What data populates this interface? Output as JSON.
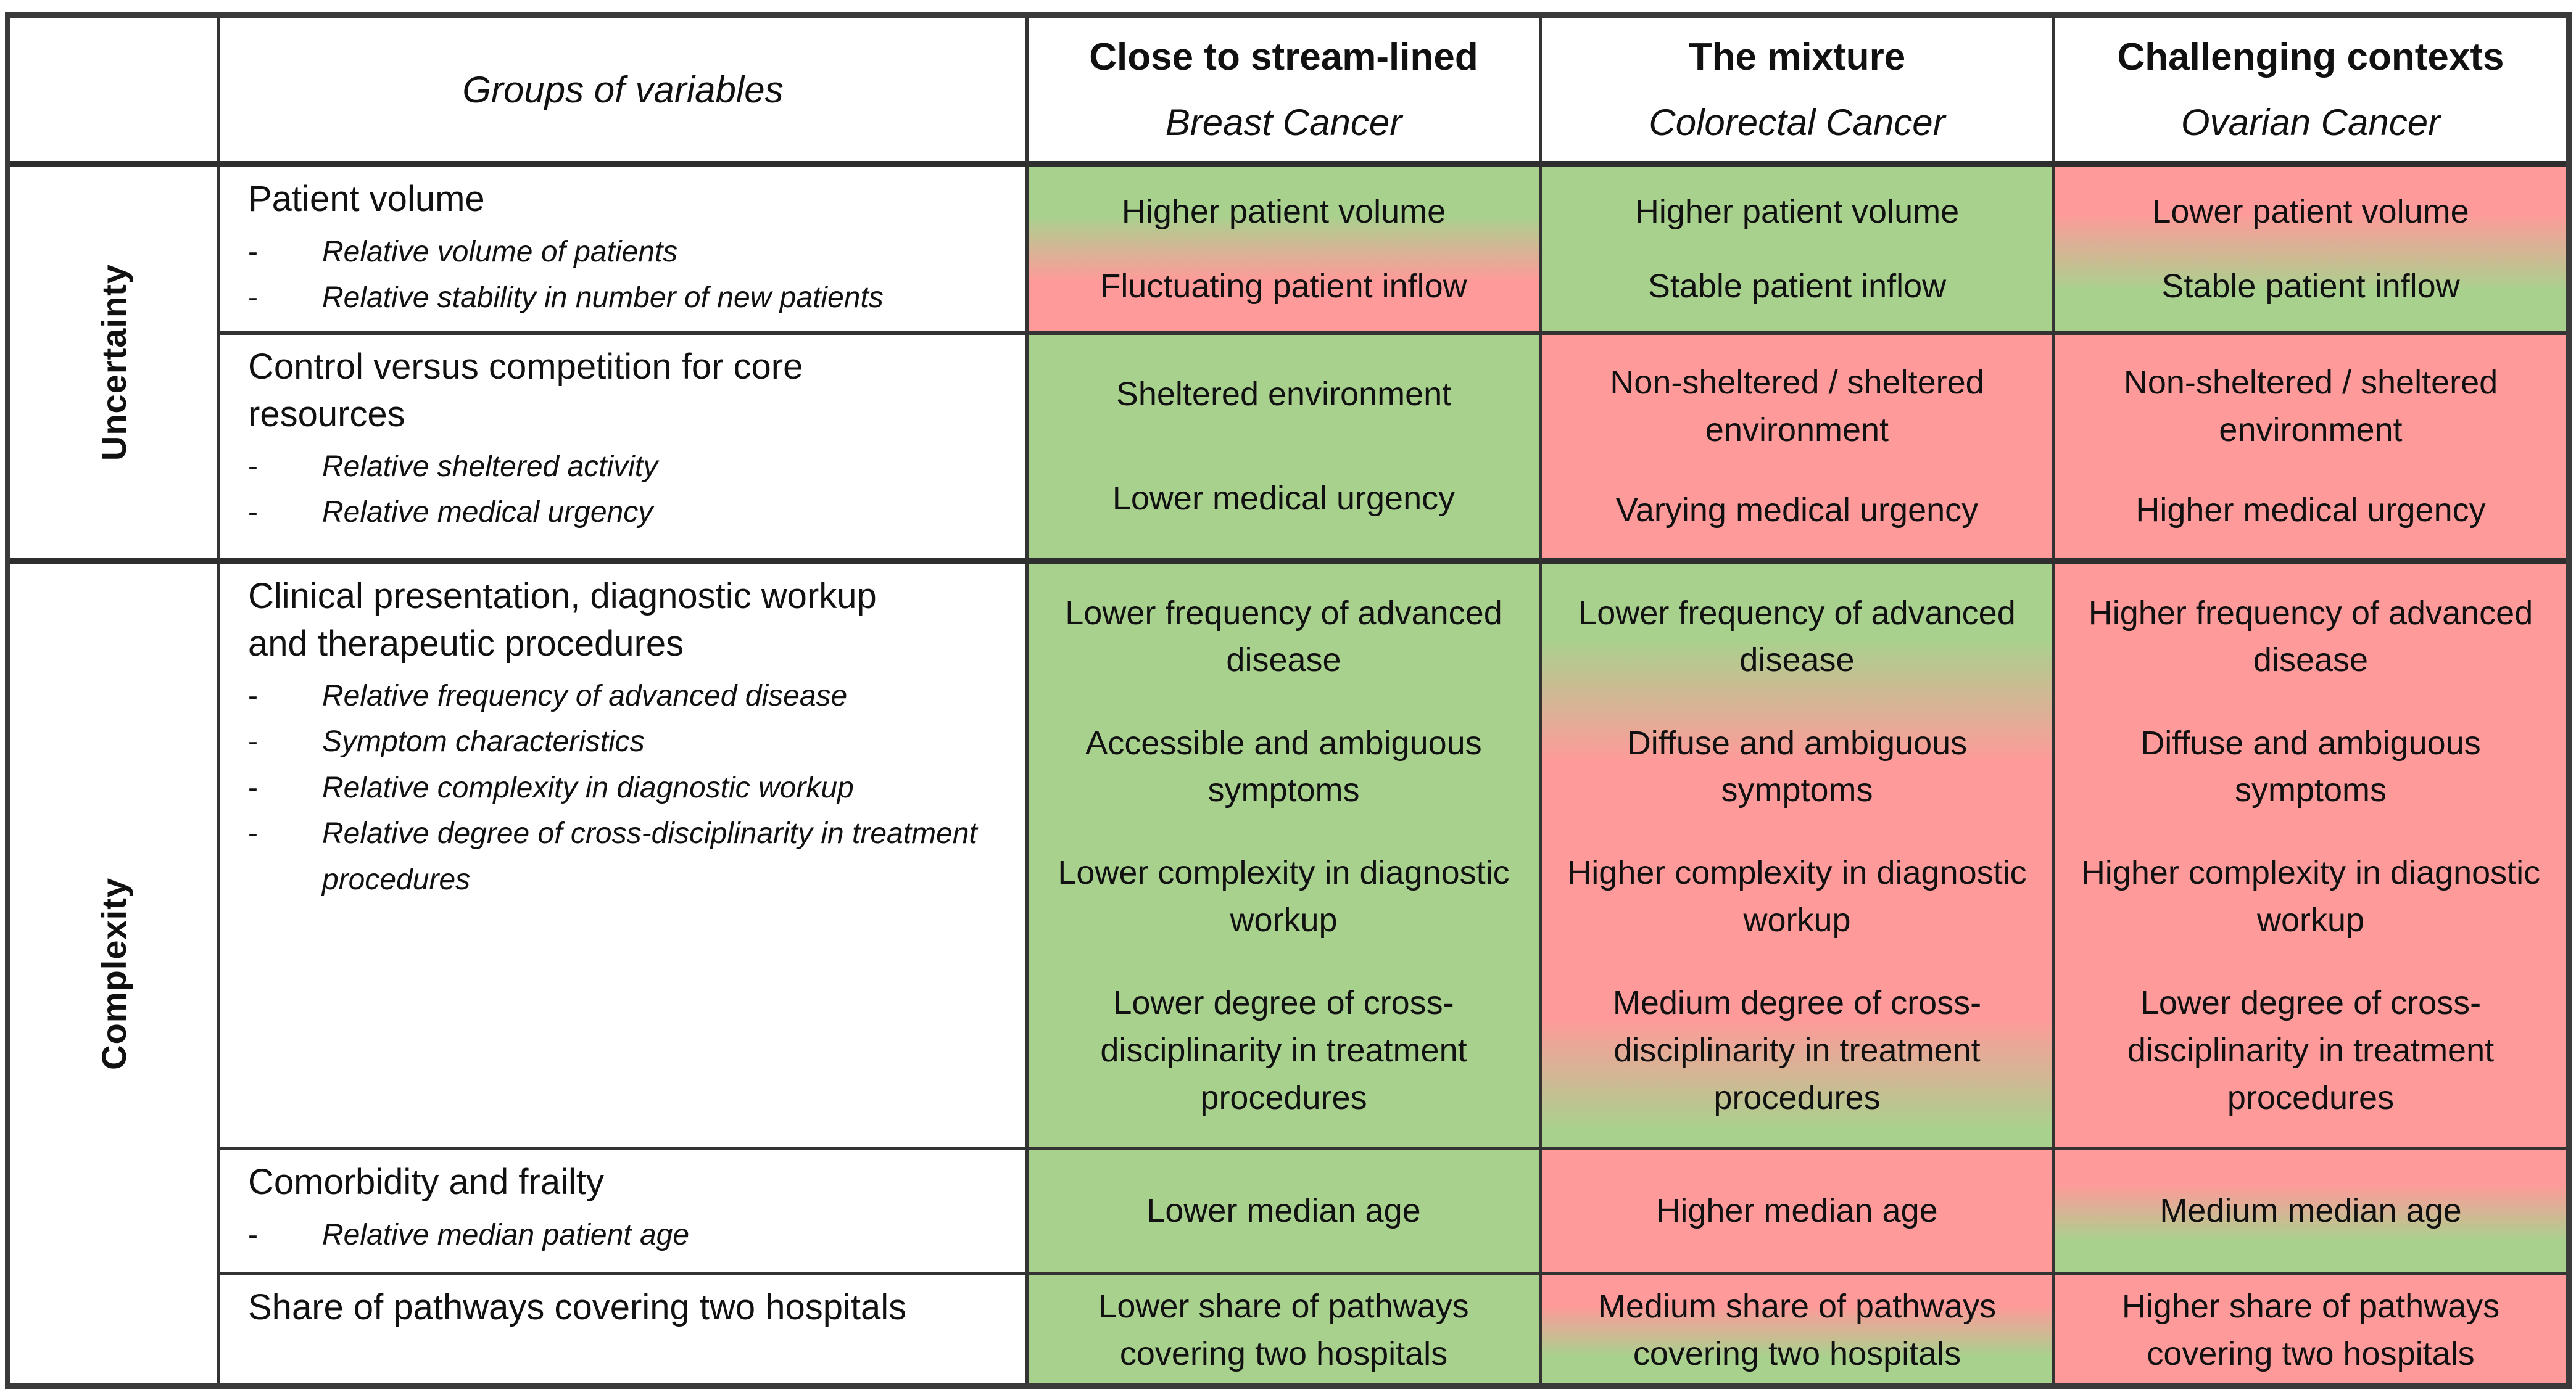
{
  "colors": {
    "favorable_green": "#a9d18e",
    "unfavorable_red": "#ff9a9a",
    "border": "#3a3a3a"
  },
  "bullet_dash": "-",
  "header": {
    "groups_of_variables": "Groups of variables",
    "contexts": [
      {
        "context": "Close to stream-lined",
        "cancer": "Breast Cancer"
      },
      {
        "context": "The mixture",
        "cancer": "Colorectal Cancer"
      },
      {
        "context": "Challenging contexts",
        "cancer": "Ovarian Cancer"
      }
    ]
  },
  "row_groups": [
    {
      "label": "Uncertainty"
    },
    {
      "label": "Complexity"
    }
  ],
  "rows": [
    {
      "group": "Uncertainty",
      "label": "Patient volume",
      "bullets": [
        "Relative volume of patients",
        "Relative stability in number of new patients"
      ],
      "cells": [
        {
          "tone": "green-to-red",
          "lines": [
            "Higher patient volume",
            "Fluctuating patient inflow"
          ]
        },
        {
          "tone": "green",
          "lines": [
            "Higher patient volume",
            "Stable patient inflow"
          ]
        },
        {
          "tone": "red-to-green",
          "lines": [
            "Lower patient volume",
            "Stable patient inflow"
          ]
        }
      ]
    },
    {
      "group": "Uncertainty",
      "label": "Control versus competition for core resources",
      "bullets": [
        "Relative sheltered activity",
        "Relative medical urgency"
      ],
      "cells": [
        {
          "tone": "green",
          "lines": [
            "Sheltered environment",
            "Lower medical urgency"
          ]
        },
        {
          "tone": "red",
          "lines": [
            "Non-sheltered / sheltered environment",
            "Varying medical urgency"
          ]
        },
        {
          "tone": "red",
          "lines": [
            "Non-sheltered / sheltered environment",
            "Higher medical urgency"
          ]
        }
      ]
    },
    {
      "group": "Complexity",
      "label": "Clinical presentation, diagnostic workup and therapeutic procedures",
      "bullets": [
        "Relative frequency of advanced disease",
        "Symptom characteristics",
        "Relative complexity in diagnostic workup",
        "Relative degree of cross-disciplinarity in treatment procedures"
      ],
      "cells": [
        {
          "tone": "green",
          "lines": [
            "Lower frequency of advanced disease",
            "Accessible and ambiguous symptoms",
            "Lower complexity in diagnostic workup",
            "Lower degree of cross-disciplinarity in treatment procedures"
          ]
        },
        {
          "tone": "green-red-green",
          "lines": [
            "Lower frequency of advanced disease",
            "Diffuse and ambiguous symptoms",
            "Higher complexity in diagnostic workup",
            "Medium degree of cross-disciplinarity in treatment procedures"
          ]
        },
        {
          "tone": "red",
          "lines": [
            "Higher frequency of advanced disease",
            "Diffuse and ambiguous symptoms",
            "Higher complexity in diagnostic workup",
            "Lower degree of cross-disciplinarity in treatment procedures"
          ]
        }
      ]
    },
    {
      "group": "Complexity",
      "label": "Comorbidity and frailty",
      "bullets": [
        "Relative median patient age"
      ],
      "cells": [
        {
          "tone": "green",
          "lines": [
            "Lower median age"
          ]
        },
        {
          "tone": "red",
          "lines": [
            "Higher median age"
          ]
        },
        {
          "tone": "red-to-green",
          "lines": [
            "Medium median age"
          ]
        }
      ]
    },
    {
      "group": "Complexity",
      "label": "Share of pathways covering two hospitals",
      "bullets": [],
      "cells": [
        {
          "tone": "green",
          "lines": [
            "Lower share of pathways covering two hospitals"
          ]
        },
        {
          "tone": "red-to-green",
          "lines": [
            "Medium share of pathways covering two hospitals"
          ]
        },
        {
          "tone": "red",
          "lines": [
            "Higher share of pathways covering two hospitals"
          ]
        }
      ]
    }
  ]
}
